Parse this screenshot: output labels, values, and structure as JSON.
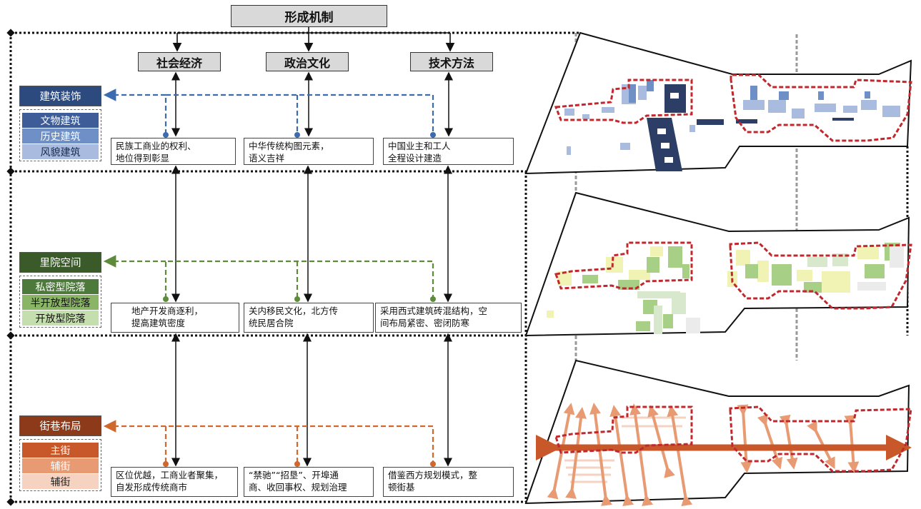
{
  "title": "形成机制",
  "categories": [
    "社会经济",
    "政治文化",
    "技术方法"
  ],
  "layers": [
    {
      "header": "建筑装饰",
      "color": "#2c4a7e",
      "items": [
        {
          "label": "文物建筑",
          "color": "#3e5c97",
          "text_color": "#ffffff"
        },
        {
          "label": "历史建筑",
          "color": "#6f8fc7",
          "text_color": "#ffffff"
        },
        {
          "label": "风貌建筑",
          "color": "#a9bcdf",
          "text_color": "#1a2a4a"
        }
      ],
      "boxes": [
        "民族工商业的权利、\n地位得到彰显",
        "中华传统构图元素，\n语义吉祥",
        "中国业主和工人\n全程设计建造"
      ]
    },
    {
      "header": "里院空间",
      "color": "#3b5a2a",
      "items": [
        {
          "label": "私密型院落",
          "color": "#4d7a3a",
          "text_color": "#ffffff"
        },
        {
          "label": "半开放型院落",
          "color": "#8ab567",
          "text_color": "#111111"
        },
        {
          "label": "开放型院落",
          "color": "#c5deae",
          "text_color": "#111111"
        }
      ],
      "boxes": [
        "地产开发商逐利，\n提高建筑密度",
        "关内移民文化，北方传\n统民居合院",
        "采用西式建筑砖混结构，空\n间布局紧密、密闭防寒"
      ]
    },
    {
      "header": "街巷布局",
      "color": "#8c3a1a",
      "items": [
        {
          "label": "主街",
          "color": "#c8582a",
          "text_color": "#ffffff"
        },
        {
          "label": "辅街",
          "color": "#e89a72",
          "text_color": "#ffffff"
        },
        {
          "label": "辅街",
          "color": "#f6d3c0",
          "text_color": "#222222"
        }
      ],
      "boxes": [
        "区位优越，工商业者聚集，\n自发形成传统商市",
        "“禁驰”“招垦”、开埠通\n商、收回事权、规划治理",
        "借鉴西方规划模式，整\n顿街基"
      ]
    }
  ]
}
